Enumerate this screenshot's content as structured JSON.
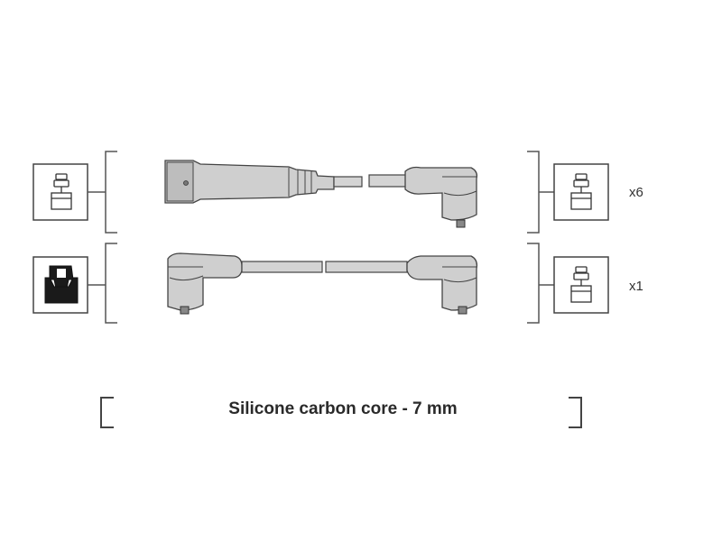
{
  "caption": "Silicone carbon core - 7 mm",
  "sets": [
    {
      "quantity": "x6",
      "left_terminal": "spark-plug-connector",
      "right_terminal": "spark-plug-connector"
    },
    {
      "quantity": "x1",
      "left_terminal": "distributor-coil-boot",
      "right_terminal": "spark-plug-connector"
    }
  ],
  "colors": {
    "line": "#555555",
    "part_fill": "#cfcfcf",
    "part_shade": "#a9a9a9",
    "box_stroke": "#444444"
  }
}
